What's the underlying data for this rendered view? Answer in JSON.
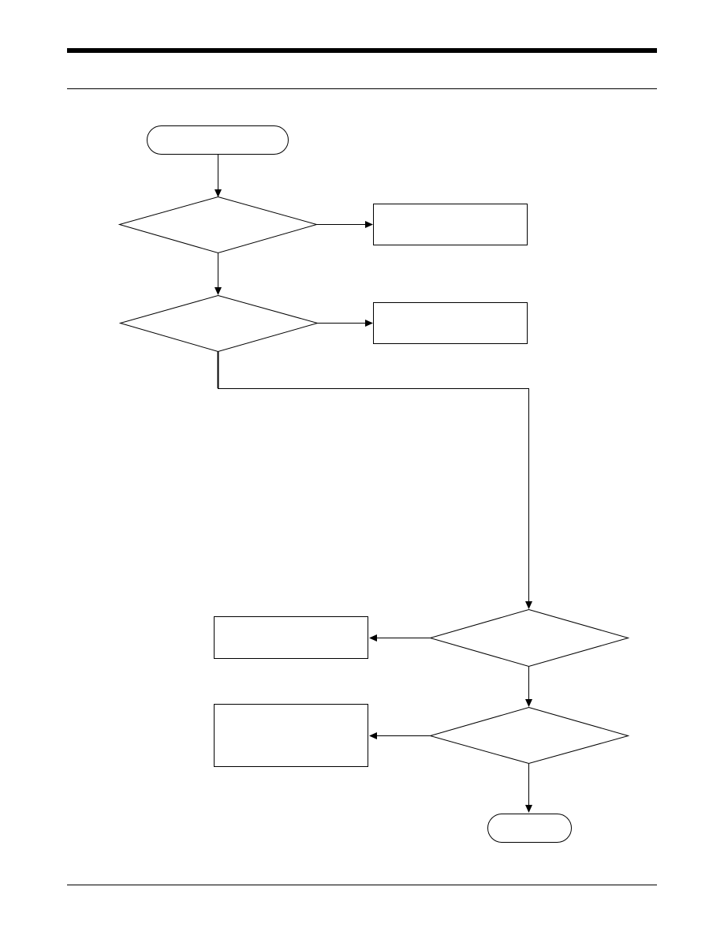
{
  "diagram": {
    "nodes": {
      "start": {
        "type": "terminator",
        "label": ""
      },
      "check1": {
        "type": "decision",
        "label": ""
      },
      "action1": {
        "type": "process",
        "label": ""
      },
      "check2": {
        "type": "decision",
        "label": ""
      },
      "action2": {
        "type": "process",
        "label": ""
      },
      "check3": {
        "type": "decision",
        "label": ""
      },
      "action3": {
        "type": "process",
        "label": ""
      },
      "check4": {
        "type": "decision",
        "label": ""
      },
      "action4": {
        "type": "process",
        "label": ""
      },
      "end": {
        "type": "terminator",
        "label": ""
      }
    },
    "edges": [
      {
        "from": "start",
        "to": "check1"
      },
      {
        "from": "check1",
        "to": "action1"
      },
      {
        "from": "check1",
        "to": "check2"
      },
      {
        "from": "check2",
        "to": "action2"
      },
      {
        "from": "check2",
        "to": "check3"
      },
      {
        "from": "check3",
        "to": "action3"
      },
      {
        "from": "check3",
        "to": "check4"
      },
      {
        "from": "check4",
        "to": "action4"
      },
      {
        "from": "check4",
        "to": "end"
      }
    ]
  }
}
